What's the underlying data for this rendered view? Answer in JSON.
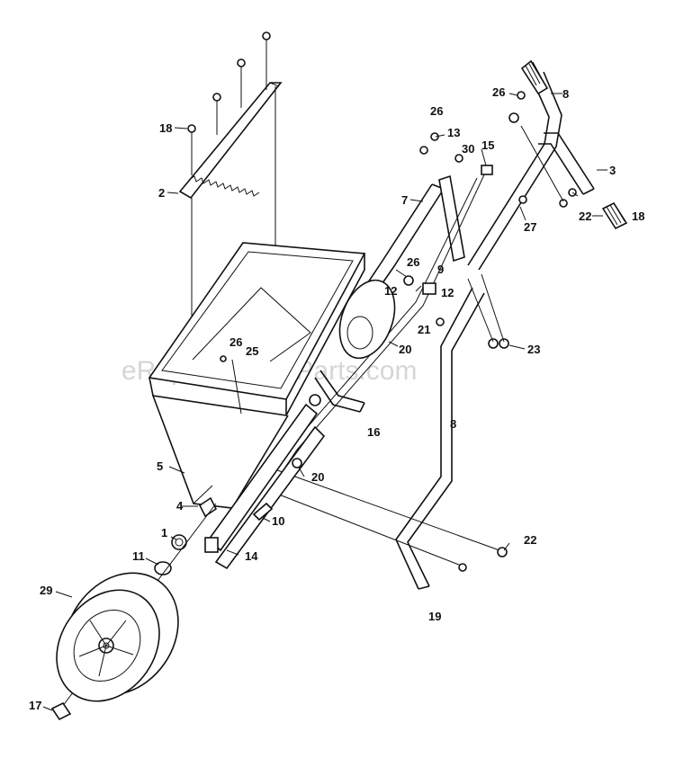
{
  "watermark": "eReplacementParts.com",
  "callouts": {
    "c18a": "18",
    "c2": "2",
    "c26a": "26",
    "c13": "13",
    "c30": "30",
    "c15": "15",
    "c26b": "26",
    "c8a": "8",
    "c3": "3",
    "c7": "7",
    "c27": "27",
    "c22a": "22",
    "c18b": "18",
    "c26c": "26",
    "c9": "9",
    "c12a": "12",
    "c12b": "12",
    "c21": "21",
    "c20a": "20",
    "c26d": "26",
    "c25": "25",
    "c23": "23",
    "c16": "16",
    "c8b": "8",
    "c5": "5",
    "c20b": "20",
    "c4": "4",
    "c10": "10",
    "c1": "1",
    "c11": "11",
    "c14": "14",
    "c22b": "22",
    "c29": "29",
    "c19": "19",
    "c17": "17"
  }
}
